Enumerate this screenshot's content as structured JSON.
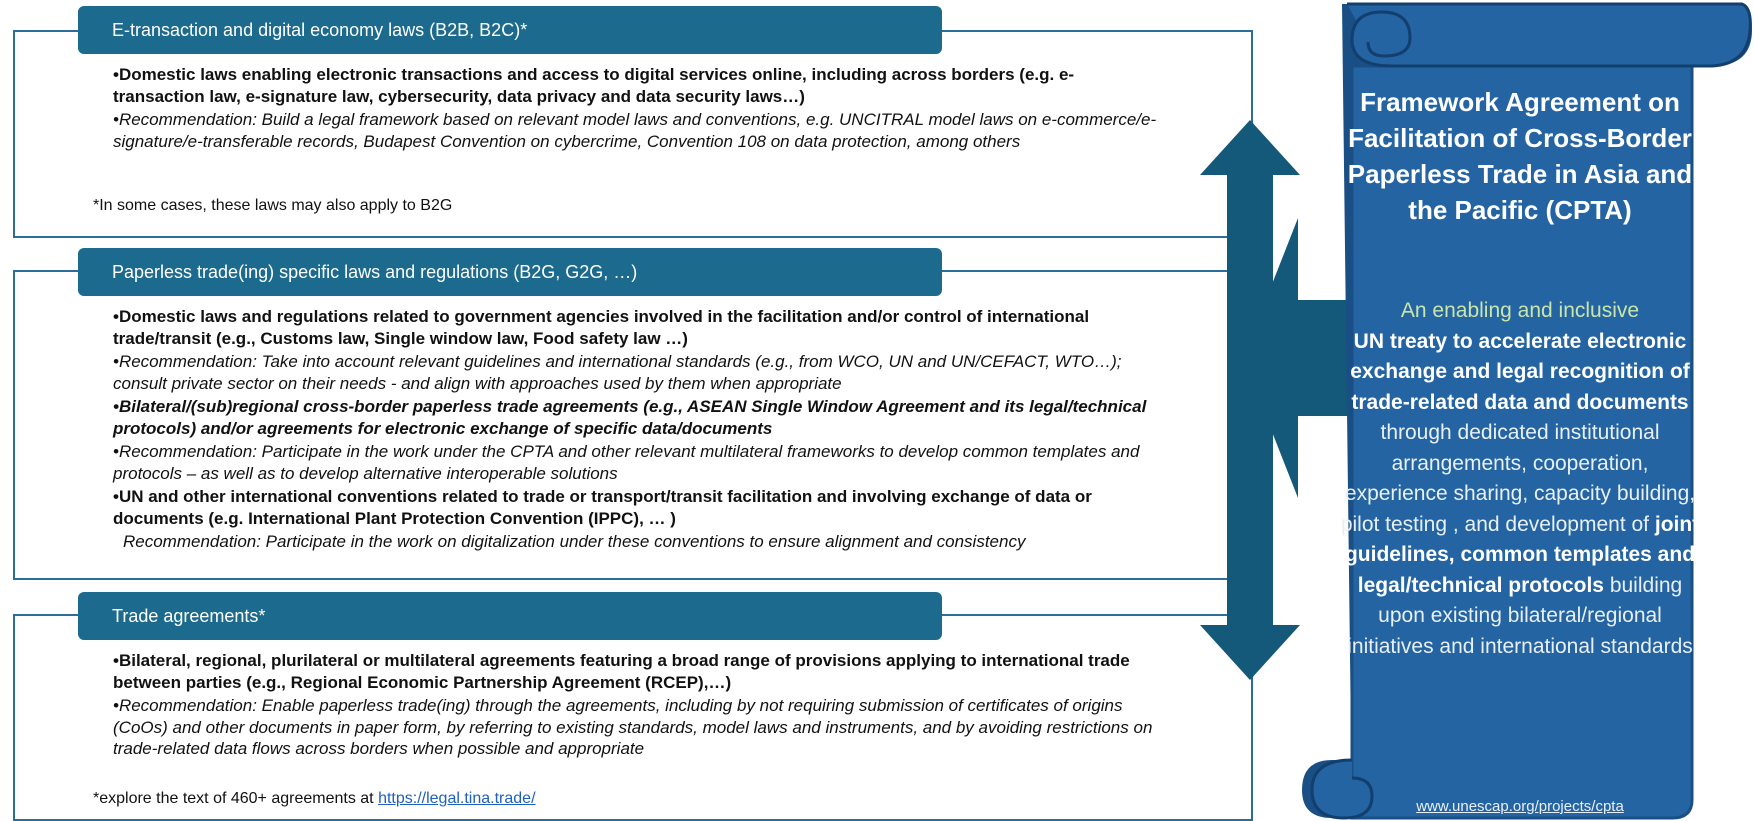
{
  "section1": {
    "header": "E-transaction and digital economy laws (B2B, B2C)*",
    "items": [
      {
        "style": "bold",
        "text": "Domestic laws enabling electronic transactions and access to digital services online, including across borders (e.g. e-transaction law, e-signature law, cybersecurity, data privacy and data security laws…)"
      },
      {
        "style": "italic",
        "text": "Recommendation: Build a legal framework based on relevant model laws and conventions, e.g. UNCITRAL model laws on e-commerce/e-signature/e-transferable records, Budapest Convention on cybercrime, Convention 108 on data protection, among others"
      }
    ],
    "note": "*In some cases, these laws may also apply to B2G"
  },
  "section2": {
    "header": "Paperless trade(ing) specific laws and regulations (B2G, G2G, …)",
    "items": [
      {
        "style": "bold",
        "text": "Domestic laws and regulations related to government agencies involved in the facilitation and/or control of international trade/transit (e.g., Customs law, Single window law, Food safety law …)"
      },
      {
        "style": "italic",
        "text": "Recommendation: Take into account relevant guidelines and  international standards (e.g., from WCO, UN and UN/CEFACT, WTO…); consult private sector on their needs - and align with approaches used by them when appropriate"
      },
      {
        "style": "bolditalic",
        "text": "Bilateral/(sub)regional cross-border paperless trade agreements (e.g., ASEAN Single Window Agreement and its legal/technical protocols) and/or agreements for electronic exchange of specific data/documents"
      },
      {
        "style": "italic",
        "text": "Recommendation: Participate in the work under the CPTA and other relevant multilateral frameworks to develop common templates and protocols – as well as to develop alternative interoperable solutions"
      },
      {
        "style": "bold",
        "text": "UN and other international conventions related to trade or transport/transit facilitation and involving exchange of data or documents (e.g. International Plant Protection Convention (IPPC), … )"
      },
      {
        "style": "italic-plain",
        "text": "Recommendation: Participate in the work on digitalization under these conventions to ensure alignment and consistency"
      }
    ]
  },
  "section3": {
    "header": "Trade agreements*",
    "items": [
      {
        "style": "bold",
        "text": "Bilateral, regional, plurilateral or multilateral agreements featuring a broad range of provisions applying to international trade between parties (e.g., Regional Economic Partnership Agreement (RCEP),…)"
      },
      {
        "style": "italic",
        "text": "Recommendation: Enable paperless trade(ing) through the agreements, including by not requiring submission of certificates of origins (CoOs) and other documents in paper form, by referring to existing standards, model laws and instruments, and by avoiding restrictions on trade-related data flows across borders when possible and appropriate"
      }
    ],
    "note_prefix": "*explore the text of 460+ agreements at ",
    "note_link": "https://legal.tina.trade/"
  },
  "cpta": {
    "title": "Framework Agreement on Facilitation of Cross-Border Paperless Trade in Asia and the Pacific (CPTA)",
    "intro": "An enabling and inclusive",
    "bold1": "UN treaty to accelerate electronic exchange and legal recognition of trade-related data and documents",
    "text1": "through dedicated institutional arrangements, cooperation, experience sharing, capacity building, pilot testing , and development of",
    "bold2": "joint guidelines, common templates and legal/technical protocols",
    "text2": "building upon existing bilateral/regional initiatives and international standards",
    "link": "www.unescap.org/projects/cpta"
  },
  "colors": {
    "header_bg": "#1c6a8e",
    "panel_border": "#2b6e99",
    "arrow": "#14587a",
    "scroll_bg": "#2464a3",
    "scroll_dark": "#1a4f86"
  }
}
